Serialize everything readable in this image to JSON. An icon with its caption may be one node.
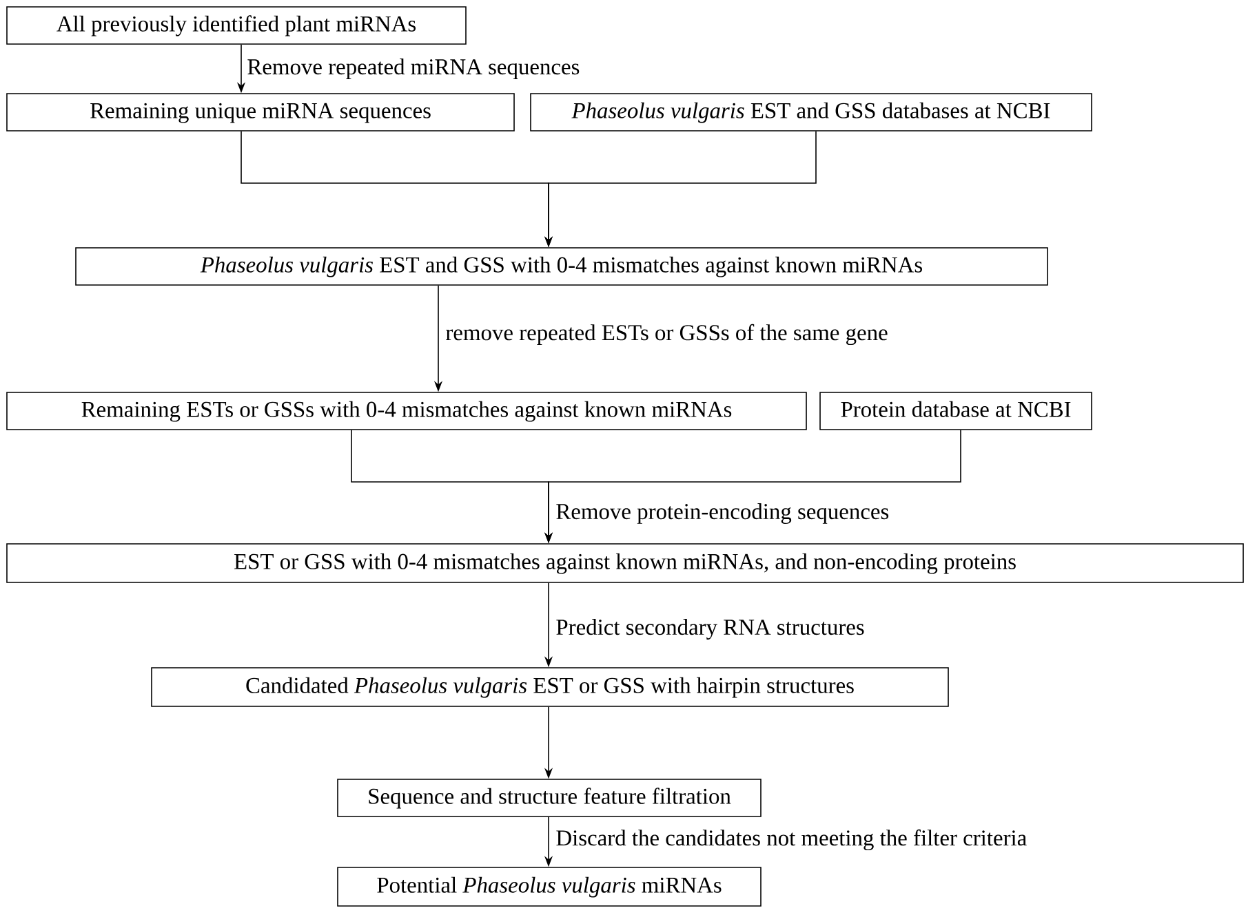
{
  "diagram": {
    "nodes": [
      {
        "text": [
          "All previously identified plant miRNAs"
        ]
      },
      {
        "text": [
          "Remaining unique miRNA sequences"
        ]
      },
      {
        "text": [
          "*Phaseolus vulgaris* EST and GSS databases at NCBI"
        ]
      },
      {
        "text": [
          "*Phaseolus vulgaris* EST and GSS with 0-4 mismatches against known miRNAs"
        ]
      },
      {
        "text": [
          "Remaining ESTs or GSSs with 0-4 mismatches against known miRNAs"
        ]
      },
      {
        "text": [
          "Protein database at NCBI"
        ]
      },
      {
        "text": [
          "EST or GSS with 0-4 mismatches against known miRNAs, and non-encoding proteins"
        ]
      },
      {
        "text": [
          "Candidated *Phaseolus vulgaris* EST or GSS with hairpin structures"
        ]
      },
      {
        "text": [
          "Sequence and structure feature filtration"
        ]
      },
      {
        "text": [
          "Potential *Phaseolus vulgaris* miRNAs"
        ]
      }
    ],
    "edges": [
      {
        "from": 0,
        "to": 1,
        "arrow": "to",
        "label": "Remove repeated miRNA sequences"
      },
      {
        "from": 1,
        "to": 3,
        "arrow": "to"
      },
      {
        "from": 2,
        "to": 3,
        "arrow": "to"
      },
      {
        "from": 3,
        "to": 4,
        "arrow": "to",
        "label": "remove repeated ESTs or GSSs of the same gene"
      },
      {
        "from": 4,
        "to": 6,
        "arrow": "to",
        "label": "Remove protein-encoding sequences"
      },
      {
        "from": 5,
        "to": 6,
        "arrow": "to"
      },
      {
        "from": 6,
        "to": 7,
        "arrow": "to",
        "label": "Predict secondary RNA structures"
      },
      {
        "from": 7,
        "to": 8,
        "arrow": "to"
      },
      {
        "from": 8,
        "to": 9,
        "arrow": "to",
        "label": "Discard the candidates not meeting the filter criteria"
      }
    ]
  }
}
